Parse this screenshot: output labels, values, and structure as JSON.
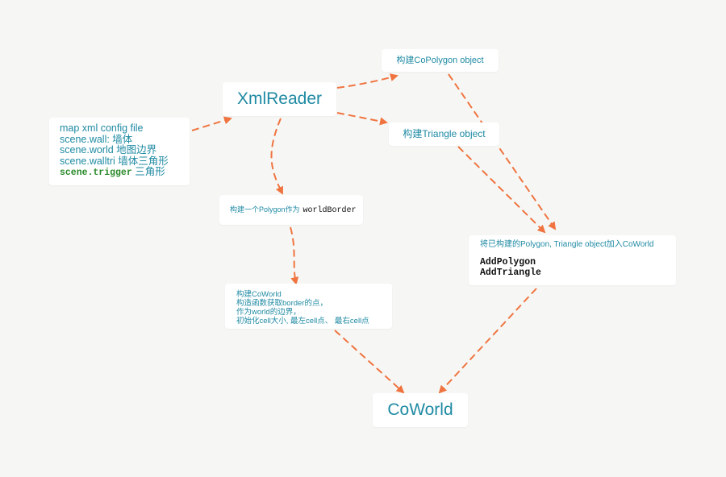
{
  "accent_color": "#f07440",
  "text_color": "#1f8aa3",
  "nodes": {
    "config": {
      "lines": [
        "map xml config file",
        "scene.wall: 墙体",
        "scene.world 地图边界",
        "scene.walltri 墙体三角形"
      ],
      "trigger_code": "scene.trigger",
      "trigger_text": " 三角形"
    },
    "xmlreader": {
      "label": "XmlReader"
    },
    "copolygon": {
      "label": "构建CoPolygon object"
    },
    "triangle": {
      "label": "构建Triangle object"
    },
    "worldborder": {
      "label": "构建一个Polygon作为",
      "code": "worldBorder"
    },
    "coworld_ctor": {
      "lines": [
        "构建CoWorld",
        "构造函数获取border的点，",
        "作为world的边界，",
        "初始化cell大小, 最左cell点、 最右cell点"
      ]
    },
    "addworld": {
      "title": "将已构建的Polygon, Triangle object加入CoWorld",
      "code": [
        "AddPolygon",
        "AddTriangle"
      ]
    },
    "coworld": {
      "label": "CoWorld"
    }
  }
}
